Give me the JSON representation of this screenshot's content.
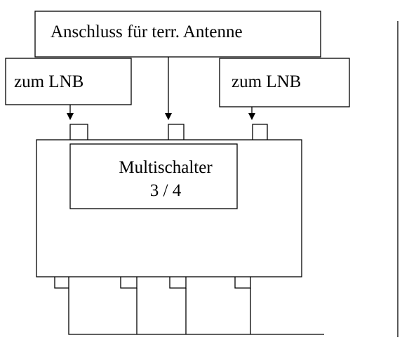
{
  "diagram": {
    "antenna_box": {
      "label": "Anschluss für terr. Antenne"
    },
    "lnb_left": {
      "label": "zum LNB"
    },
    "lnb_right": {
      "label": "zum LNB"
    },
    "multiswitch": {
      "label_line1": "Multischalter",
      "label_line2": "3 / 4"
    }
  }
}
